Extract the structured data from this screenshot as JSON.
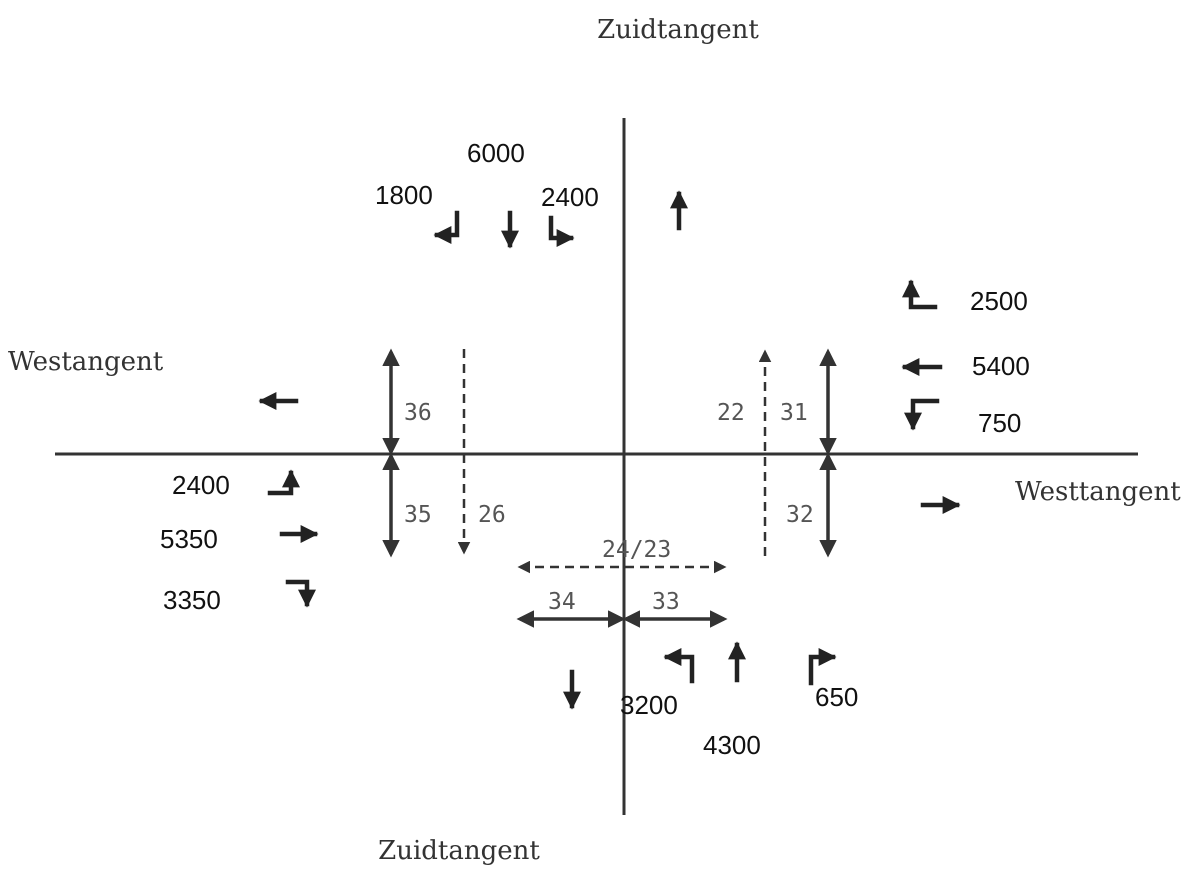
{
  "roads": {
    "north": "Zuidtangent",
    "south": "Zuidtangent",
    "west": "Westangent",
    "east": "Westtangent"
  },
  "north_approach": {
    "total": "6000",
    "right": "1800",
    "left": "2400"
  },
  "east_approach": {
    "left": "2500",
    "through": "5400",
    "right": "750"
  },
  "west_approach": {
    "left": "2400",
    "through": "5350",
    "right": "3350"
  },
  "south_approach": {
    "left": "3200",
    "through": "4300",
    "right": "650"
  },
  "phases": {
    "p36": "36",
    "p35": "35",
    "p26": "26",
    "p22": "22",
    "p31": "31",
    "p32": "32",
    "p24_23": "24/23",
    "p34": "34",
    "p33": "33"
  }
}
